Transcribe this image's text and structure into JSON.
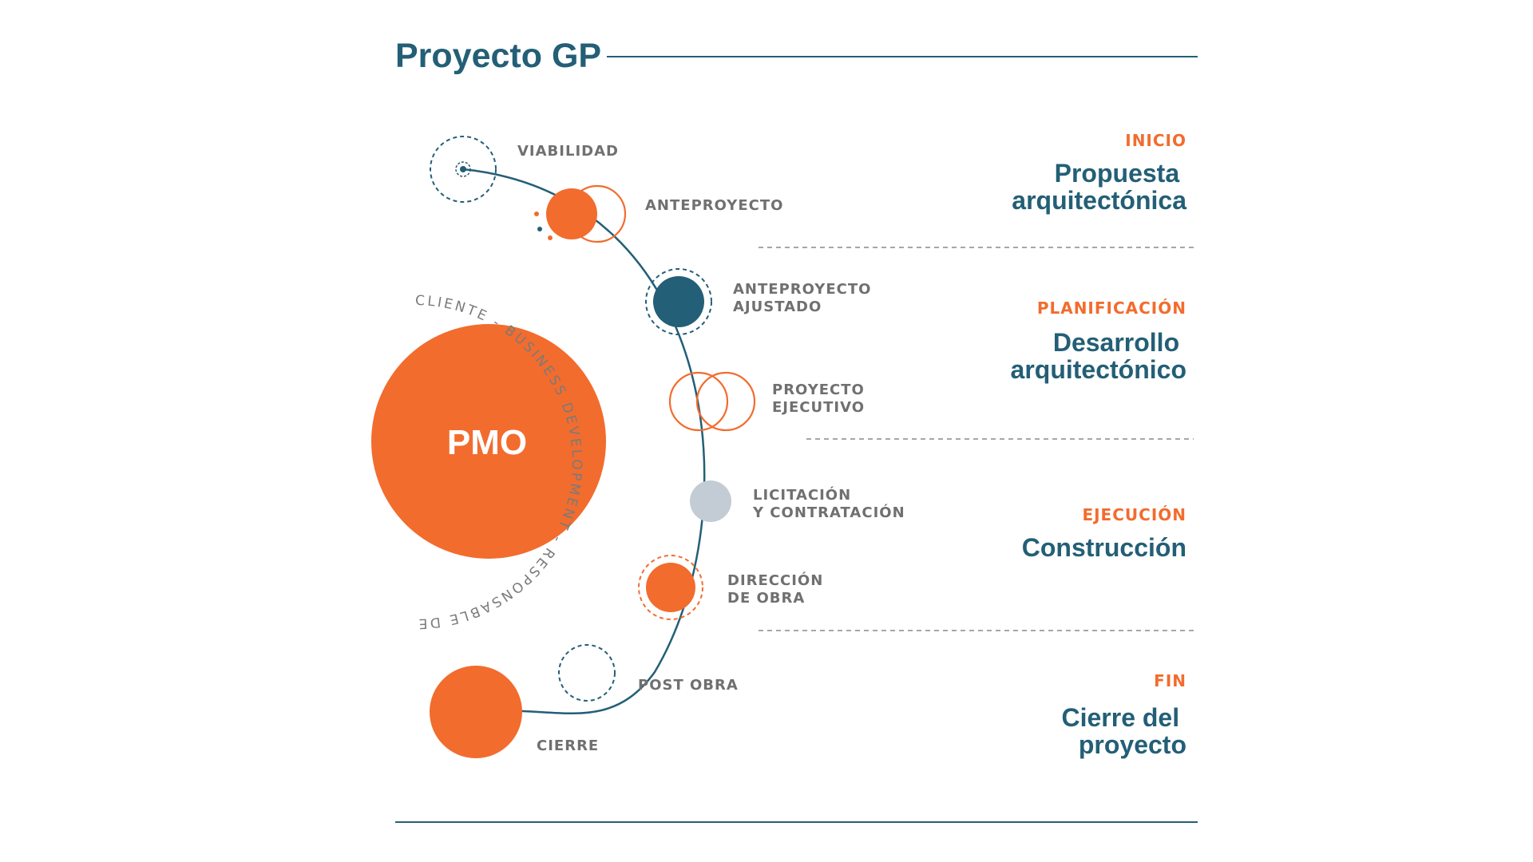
{
  "title": "Proyecto GP",
  "colors": {
    "teal": "#235f76",
    "orange": "#f26c2e",
    "gray": "#707070",
    "light_gray": "#c3ccd4"
  },
  "pmo": {
    "label": "PMO",
    "ring_text": "CLIENTE  -  BUSINESS DEVELOPMENT  -  RESPONSABLE DE PROYECTO"
  },
  "steps": [
    {
      "label_lines": [
        "VIABILIDAD"
      ]
    },
    {
      "label_lines": [
        "ANTEPROYECTO"
      ]
    },
    {
      "label_lines": [
        "ANTEPROYECTO",
        "AJUSTADO"
      ]
    },
    {
      "label_lines": [
        "PROYECTO",
        "EJECUTIVO"
      ]
    },
    {
      "label_lines": [
        "LICITACIÓN",
        "Y CONTRATACIÓN"
      ]
    },
    {
      "label_lines": [
        "DIRECCIÓN",
        "DE OBRA"
      ]
    },
    {
      "label_lines": [
        "POST OBRA"
      ]
    },
    {
      "label_lines": [
        "CIERRE"
      ]
    }
  ],
  "phases": [
    {
      "label": "INICIO",
      "desc_lines": [
        "Propuesta ",
        "arquitectónica"
      ]
    },
    {
      "label": "PLANIFICACIÓN",
      "desc_lines": [
        "Desarrollo",
        "arquitectónico"
      ]
    },
    {
      "label": "EJECUCIÓN",
      "desc_lines": [
        "Construcción"
      ]
    },
    {
      "label": "FIN",
      "desc_lines": [
        "Cierre del",
        "proyecto"
      ]
    }
  ]
}
